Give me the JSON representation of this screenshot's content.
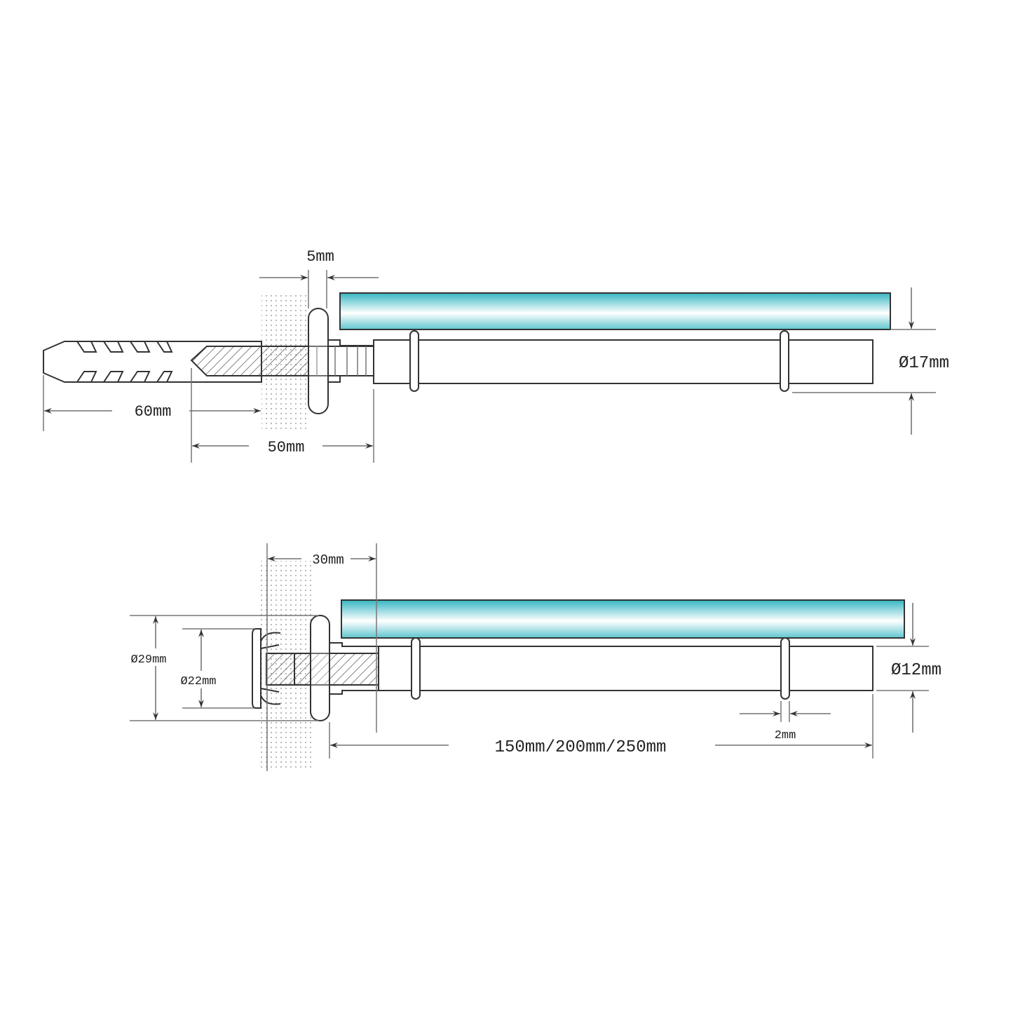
{
  "top_view": {
    "rosette_thickness": "5mm",
    "plug_length": "60mm",
    "screw_length": "50mm",
    "bar_diameter": "Ø17mm"
  },
  "bottom_view": {
    "wall_distance": "30mm",
    "rosette_diameter": "Ø29mm",
    "cap_diameter": "Ø22mm",
    "rod_diameter": "Ø12mm",
    "rod_lengths": "150mm/200mm/250mm",
    "clip_thickness": "2mm"
  },
  "colors": {
    "glass_edge": "#36b6c2",
    "glass_center": "#ffffff",
    "line": "#333333"
  }
}
